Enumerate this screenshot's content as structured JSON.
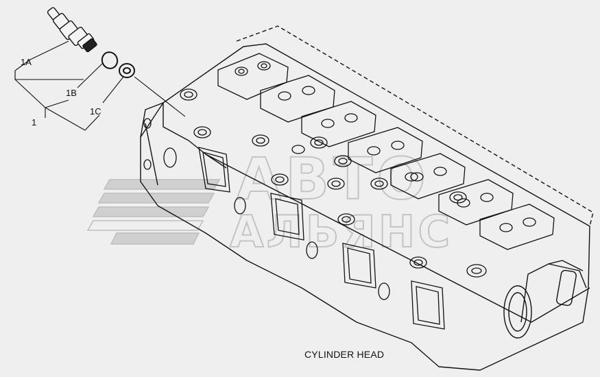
{
  "caption": "CYLINDER HEAD",
  "callouts": {
    "c1A": "1A",
    "c1B": "1B",
    "c1C": "1C",
    "c1": "1"
  },
  "watermark": {
    "line1": "АВТО",
    "line2": "АЛЬЯНС"
  },
  "colors": {
    "background": "#efefef",
    "ink": "#111111",
    "watermark": "#c8c8c8"
  }
}
